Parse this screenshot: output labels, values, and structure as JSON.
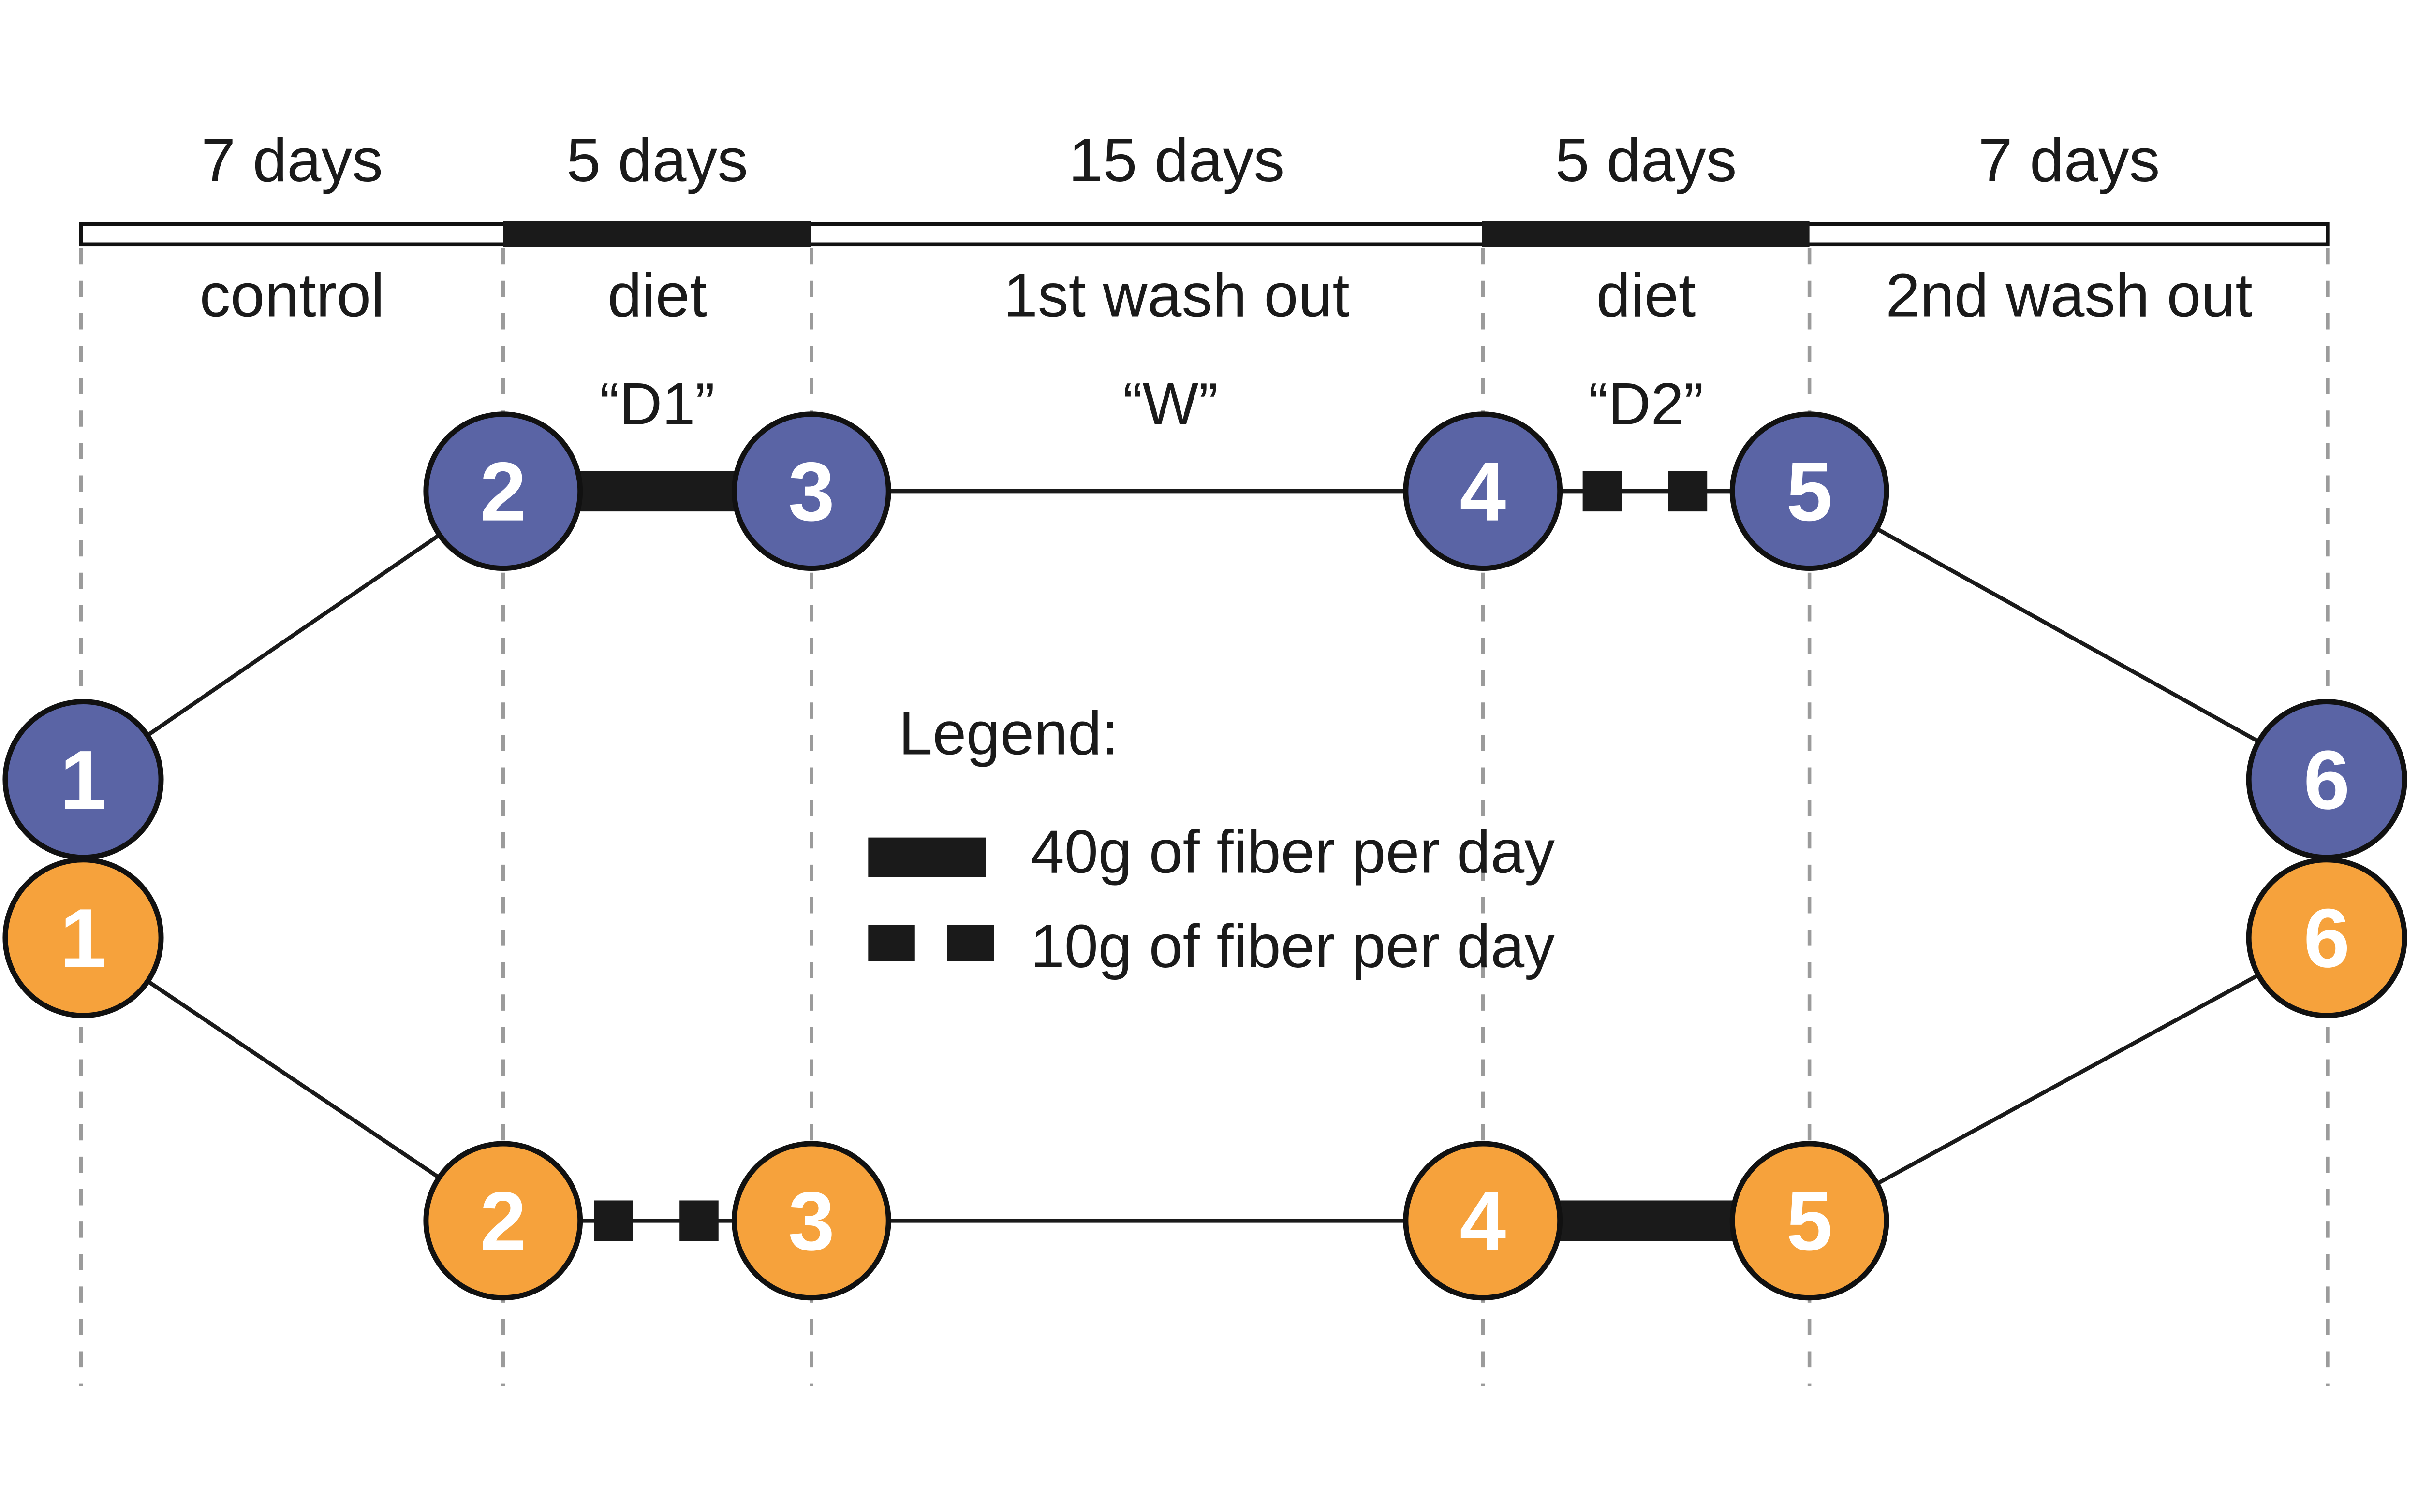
{
  "figure": {
    "type": "study-design-timeline",
    "description_visible_only": "crossover diet study schematic"
  },
  "colors": {
    "background": "#ffffff",
    "top_arm_fill": "#5a64a5",
    "bottom_arm_fill": "#f6a23c",
    "black": "#1a1a1a",
    "white": "#ffffff",
    "dashed_boundary": "#9b9b9b"
  },
  "timeline": {
    "phases": [
      {
        "duration": "7 days",
        "label": "control",
        "code": ""
      },
      {
        "duration": "5 days",
        "label": "diet",
        "code": "“D1”"
      },
      {
        "duration": "15 days",
        "label": "1st wash out",
        "code": "“W”"
      },
      {
        "duration": "5 days",
        "label": "diet",
        "code": "“D2”"
      },
      {
        "duration": "7 days",
        "label": "2nd wash out",
        "code": ""
      }
    ]
  },
  "arms": {
    "top": {
      "nodes": [
        "1",
        "2",
        "3",
        "4",
        "5",
        "6"
      ]
    },
    "bottom": {
      "nodes": [
        "1",
        "2",
        "3",
        "4",
        "5",
        "6"
      ]
    }
  },
  "legend": {
    "title": "Legend:",
    "items": [
      {
        "swatch": "thick-bar",
        "label": "40g of fiber per day"
      },
      {
        "swatch": "two-squares",
        "label": "10g of fiber per day"
      }
    ]
  }
}
